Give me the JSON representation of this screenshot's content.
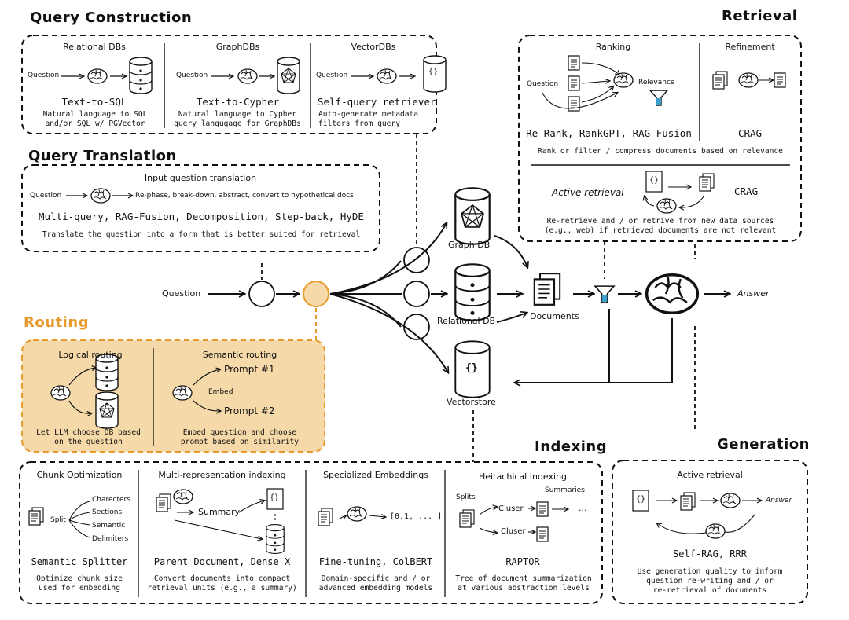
{
  "colors": {
    "routing_fill": "#f6d9a8",
    "routing_border": "#e89a2c",
    "line": "#111111"
  },
  "query_construction": {
    "title": "Query Construction",
    "relational": {
      "header": "Relational DBs",
      "input": "Question",
      "method": "Text-to-SQL",
      "desc1": "Natural language to SQL",
      "desc2": "and/or SQL w/ PGVector"
    },
    "graph": {
      "header": "GraphDBs",
      "input": "Question",
      "method": "Text-to-Cypher",
      "desc1": "Natural language to Cypher",
      "desc2": "query langugage for GraphDBs"
    },
    "vector": {
      "header": "VectorDBs",
      "input": "Question",
      "method": "Self-query retriever",
      "desc1": "Auto-generate metadata",
      "desc2": "filters from query",
      "icon": "{}"
    }
  },
  "query_translation": {
    "title": "Query Translation",
    "header": "Input question translation",
    "input": "Question",
    "flow": "Re-phase, break-down, abstract, convert to hypothetical docs",
    "methods": "Multi-query, RAG-Fusion, Decomposition, Step-back, HyDE",
    "desc": "Translate the question into a form that is better suited for retrieval"
  },
  "routing": {
    "title": "Routing",
    "logical": {
      "header": "Logical routing",
      "desc1": "Let LLM choose DB based",
      "desc2": "on the question"
    },
    "semantic": {
      "header": "Semantic routing",
      "prompt1": "Prompt #1",
      "prompt2": "Prompt #2",
      "embed": "Embed",
      "desc1": "Embed question and choose",
      "desc2": "prompt based on similarity"
    }
  },
  "retrieval": {
    "title": "Retrieval",
    "ranking": {
      "header": "Ranking",
      "input": "Question",
      "relevance": "Relevance",
      "methods": "Re-Rank, RankGPT, RAG-Fusion"
    },
    "refinement": {
      "header": "Refinement",
      "method": "CRAG"
    },
    "desc": "Rank or filter / compress documents based on relevance",
    "active": {
      "header": "Active retrieval",
      "method": "CRAG",
      "icon": "{}",
      "desc1": "Re-retrieve and / or retrive from new data sources",
      "desc2": "(e.g., web) if retrieved documents are not relevant"
    }
  },
  "flow": {
    "question": "Question",
    "graph_db": "Graph DB",
    "relational_db": "Relational DB",
    "vectorstore": "Vectorstore",
    "vectorstore_icon": "{}",
    "documents": "Documents",
    "answer": "Answer"
  },
  "indexing": {
    "title": "Indexing",
    "chunk": {
      "header": "Chunk Optimization",
      "split": "Split",
      "items": [
        "Charecters",
        "Sections",
        "Semantic",
        "Delimiters"
      ],
      "method": "Semantic Splitter",
      "desc1": "Optimize chunk size",
      "desc2": "used for embedding"
    },
    "multi": {
      "header": "Multi-representation indexing",
      "summary": "Summary",
      "icon": "{}",
      "method": "Parent Document, Dense X",
      "desc1": "Convert documents into compact",
      "desc2": "retrieval units (e.g., a summary)"
    },
    "embed": {
      "header": "Specialized Embeddings",
      "vector": "[0.1, ... ]",
      "method": "Fine-tuning, ColBERT",
      "desc1": "Domain-specific and / or",
      "desc2": "advanced embedding models"
    },
    "hier": {
      "header": "Heirachical Indexing",
      "splits": "Splits",
      "summaries": "Summaries",
      "cluster1": "Cluser",
      "cluster2": "Cluser",
      "ellipsis": "...",
      "method": "RAPTOR",
      "desc1": "Tree of document summarization",
      "desc2": "at various abstraction levels"
    }
  },
  "generation": {
    "title": "Generation",
    "header": "Active retrieval",
    "icon": "{}",
    "answer": "Answer",
    "method": "Self-RAG, RRR",
    "desc1": "Use generation quality to inform",
    "desc2": "question re-writing and / or",
    "desc3": "re-retrieval of documents"
  }
}
